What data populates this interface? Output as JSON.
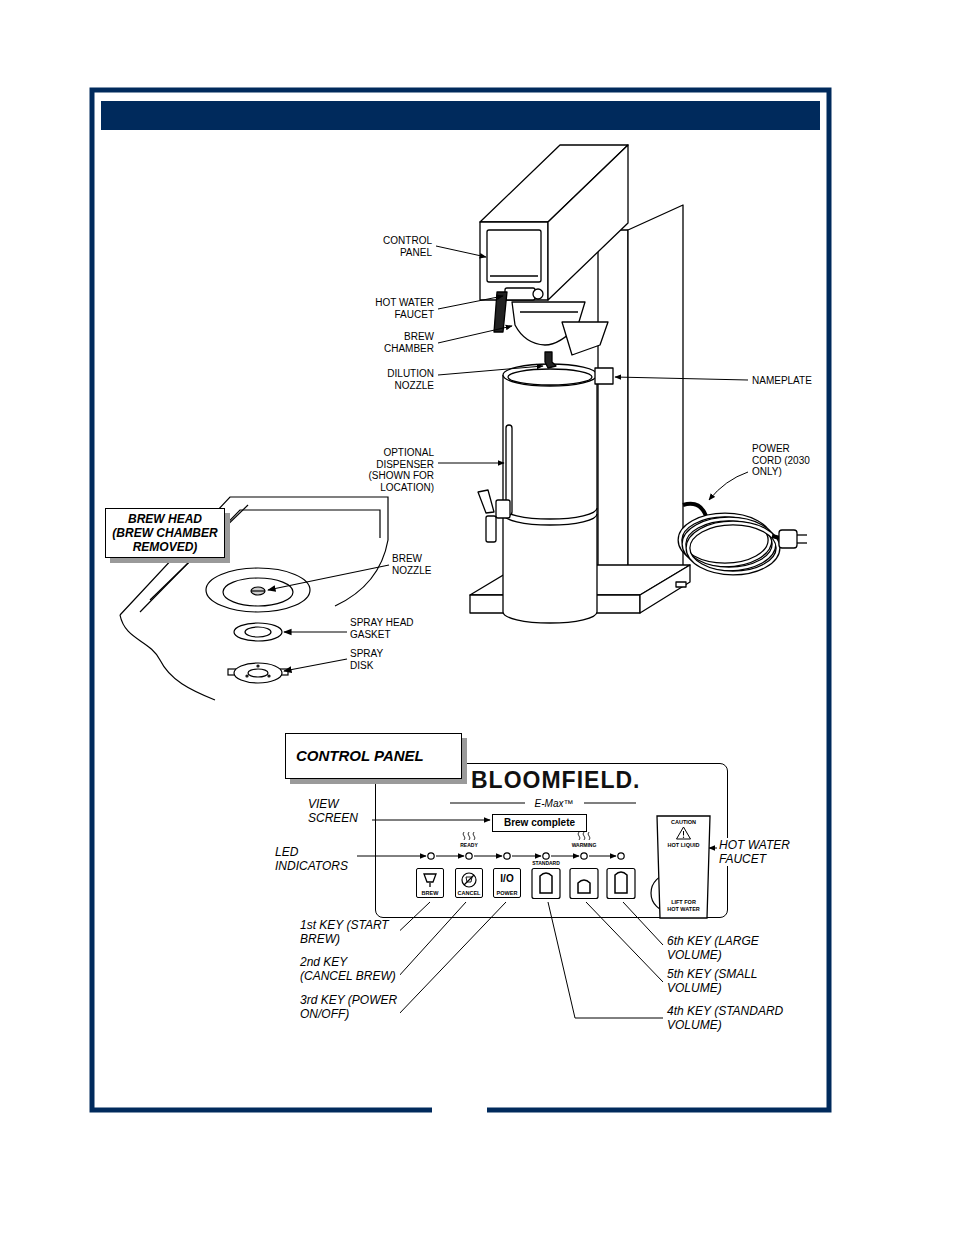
{
  "diagram": {
    "nodes": [
      {
        "text": [
          "BREW HEAD (BREW CHAMBER REMOVED)"
        ]
      },
      {
        "text": [
          "CONTROL PANEL"
        ]
      },
      {
        "text": [
          "BLOOMFIELD.",
          "E-Max™"
        ]
      },
      {
        "text": [
          "Brew complete"
        ],
        "in": 2
      },
      {
        "text": [
          "BREW"
        ],
        "in": 2
      },
      {
        "text": [
          "CANCEL"
        ],
        "in": 2
      },
      {
        "text": [
          "I/O",
          "POWER"
        ],
        "in": 2
      },
      {
        "text": [
          "CAUTION",
          "HOT LIQUID",
          "LIFT FOR HOT WATER"
        ]
      }
    ],
    "labels": [
      "CONTROL PANEL",
      "HOT WATER FAUCET",
      "BREW CHAMBER",
      "DILUTION NOZZLE",
      "NAMEPLATE",
      "OPTIONAL DISPENSER (SHOWN FOR LOCATION)",
      "POWER CORD (2030 ONLY)",
      "BREW NOZZLE",
      "SPRAY HEAD GASKET",
      "SPRAY DISK",
      "VIEW SCREEN",
      "LED INDICATORS",
      "READY",
      "WARMING",
      "HOT WATER FAUCET",
      "STANDARD",
      "1st KEY (START BREW)",
      "2nd KEY (CANCEL BREW)",
      "3rd KEY (POWER ON/OFF)",
      "6th KEY (LARGE VOLUME)",
      "5th KEY (SMALL VOLUME)",
      "4th KEY (STANDARD VOLUME)"
    ]
  }
}
